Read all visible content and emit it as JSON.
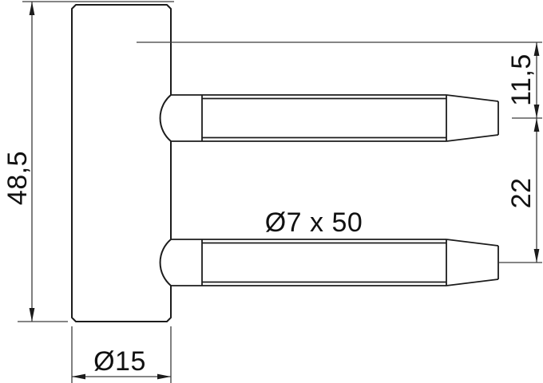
{
  "drawing": {
    "labels": {
      "overall_height": "48,5",
      "top_pin_offset": "11,5",
      "pin_spacing": "22",
      "pin_dimension": "Ø7 x 50",
      "body_diameter": "Ø15"
    },
    "colors": {
      "line": "#1c1c1c",
      "thin_line": "#3c3c3c",
      "background": "#ffffff"
    }
  }
}
